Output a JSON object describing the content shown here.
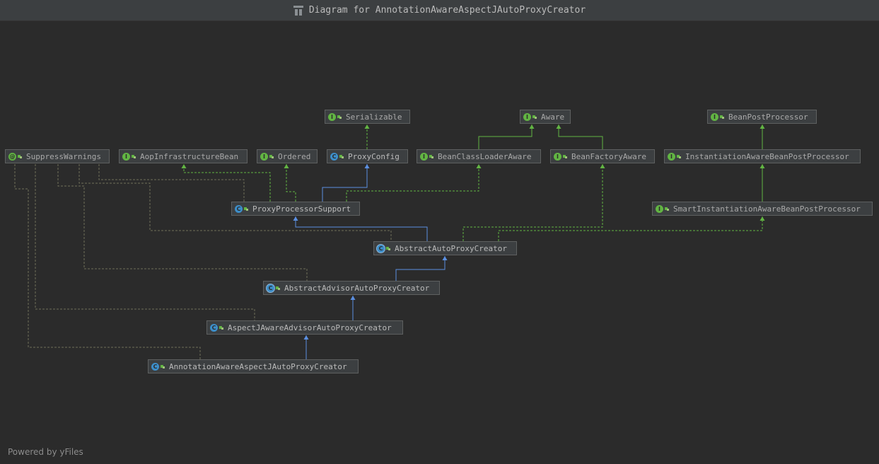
{
  "window": {
    "title": "Diagram for AnnotationAwareAspectJAutoProxyCreator"
  },
  "colors": {
    "background": "#2b2b2b",
    "node": "#3c3f41",
    "interface_edge": "#62b543",
    "extends_edge": "#5b8fe0",
    "annotation_edge": "#6f6f58"
  },
  "nodes": [
    {
      "id": "serializable",
      "label": "Serializable",
      "kind": "interface"
    },
    {
      "id": "aware",
      "label": "Aware",
      "kind": "interface"
    },
    {
      "id": "bean-post-processor",
      "label": "BeanPostProcessor",
      "kind": "interface"
    },
    {
      "id": "suppress-warnings",
      "label": "SuppressWarnings",
      "kind": "annotation"
    },
    {
      "id": "aop-infrastructure-bean",
      "label": "AopInfrastructureBean",
      "kind": "interface"
    },
    {
      "id": "ordered",
      "label": "Ordered",
      "kind": "interface"
    },
    {
      "id": "proxy-config",
      "label": "ProxyConfig",
      "kind": "class"
    },
    {
      "id": "bean-class-loader-aware",
      "label": "BeanClassLoaderAware",
      "kind": "interface"
    },
    {
      "id": "bean-factory-aware",
      "label": "BeanFactoryAware",
      "kind": "interface"
    },
    {
      "id": "instantiation-aware-bpp",
      "label": "InstantiationAwareBeanPostProcessor",
      "kind": "interface"
    },
    {
      "id": "proxy-processor-support",
      "label": "ProxyProcessorSupport",
      "kind": "class"
    },
    {
      "id": "smart-instantiation-aware-bpp",
      "label": "SmartInstantiationAwareBeanPostProcessor",
      "kind": "interface"
    },
    {
      "id": "abstract-auto-proxy-creator",
      "label": "AbstractAutoProxyCreator",
      "kind": "abstract"
    },
    {
      "id": "abstract-advisor-auto-proxy-creator",
      "label": "AbstractAdvisorAutoProxyCreator",
      "kind": "abstract"
    },
    {
      "id": "aspectj-aware-advisor-auto-proxy-creator",
      "label": "AspectJAwareAdvisorAutoProxyCreator",
      "kind": "class"
    },
    {
      "id": "annotation-aware-aspectj-auto-proxy-creator",
      "label": "AnnotationAwareAspectJAutoProxyCreator",
      "kind": "class"
    }
  ],
  "badges": {
    "interface": "I",
    "class": "C",
    "abstract": "C",
    "annotation": "@"
  },
  "edges": [
    {
      "from": "proxy-config",
      "to": "serializable",
      "type": "implements"
    },
    {
      "from": "bean-class-loader-aware",
      "to": "aware",
      "type": "extends-interface"
    },
    {
      "from": "bean-factory-aware",
      "to": "aware",
      "type": "extends-interface"
    },
    {
      "from": "instantiation-aware-bpp",
      "to": "bean-post-processor",
      "type": "extends-interface"
    },
    {
      "from": "smart-instantiation-aware-bpp",
      "to": "instantiation-aware-bpp",
      "type": "extends-interface"
    },
    {
      "from": "proxy-processor-support",
      "to": "proxy-config",
      "type": "extends"
    },
    {
      "from": "proxy-processor-support",
      "to": "ordered",
      "type": "implements"
    },
    {
      "from": "proxy-processor-support",
      "to": "aop-infrastructure-bean",
      "type": "implements"
    },
    {
      "from": "proxy-processor-support",
      "to": "bean-class-loader-aware",
      "type": "implements"
    },
    {
      "from": "abstract-auto-proxy-creator",
      "to": "proxy-processor-support",
      "type": "extends"
    },
    {
      "from": "abstract-auto-proxy-creator",
      "to": "bean-factory-aware",
      "type": "implements"
    },
    {
      "from": "abstract-auto-proxy-creator",
      "to": "smart-instantiation-aware-bpp",
      "type": "implements"
    },
    {
      "from": "abstract-advisor-auto-proxy-creator",
      "to": "abstract-auto-proxy-creator",
      "type": "extends"
    },
    {
      "from": "aspectj-aware-advisor-auto-proxy-creator",
      "to": "abstract-advisor-auto-proxy-creator",
      "type": "extends"
    },
    {
      "from": "annotation-aware-aspectj-auto-proxy-creator",
      "to": "aspectj-aware-advisor-auto-proxy-creator",
      "type": "extends"
    }
  ],
  "footer": {
    "text": "Powered by yFiles"
  }
}
